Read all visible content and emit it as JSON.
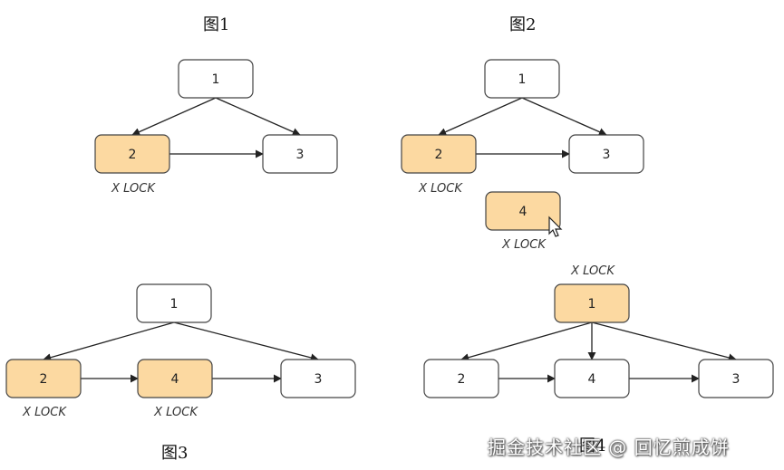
{
  "figures": [
    {
      "id": "fig1",
      "title": "图1",
      "nodes": [
        {
          "id": "n1",
          "label": "1",
          "locked": false
        },
        {
          "id": "n2",
          "label": "2",
          "locked": true,
          "lock_label": "X LOCK"
        },
        {
          "id": "n3",
          "label": "3",
          "locked": false
        }
      ],
      "edges": [
        [
          "n1",
          "n2"
        ],
        [
          "n1",
          "n3"
        ],
        [
          "n2",
          "n3"
        ]
      ]
    },
    {
      "id": "fig2",
      "title": "图2",
      "nodes": [
        {
          "id": "n1",
          "label": "1",
          "locked": false
        },
        {
          "id": "n2",
          "label": "2",
          "locked": true,
          "lock_label": "X LOCK"
        },
        {
          "id": "n3",
          "label": "3",
          "locked": false
        },
        {
          "id": "n4",
          "label": "4",
          "locked": true,
          "lock_label": "X LOCK"
        }
      ],
      "edges": [
        [
          "n1",
          "n2"
        ],
        [
          "n1",
          "n3"
        ],
        [
          "n2",
          "n3"
        ]
      ]
    },
    {
      "id": "fig3",
      "title": "图3",
      "nodes": [
        {
          "id": "n1",
          "label": "1",
          "locked": false
        },
        {
          "id": "n2",
          "label": "2",
          "locked": true,
          "lock_label": "X LOCK"
        },
        {
          "id": "n4",
          "label": "4",
          "locked": true,
          "lock_label": "X LOCK"
        },
        {
          "id": "n3",
          "label": "3",
          "locked": false
        }
      ],
      "edges": [
        [
          "n1",
          "n2"
        ],
        [
          "n1",
          "n3"
        ],
        [
          "n2",
          "n4"
        ],
        [
          "n4",
          "n3"
        ]
      ]
    },
    {
      "id": "fig4",
      "title": "图4",
      "nodes": [
        {
          "id": "n1",
          "label": "1",
          "locked": true,
          "lock_label": "X LOCK"
        },
        {
          "id": "n2",
          "label": "2",
          "locked": false
        },
        {
          "id": "n4",
          "label": "4",
          "locked": false
        },
        {
          "id": "n3",
          "label": "3",
          "locked": false
        }
      ],
      "edges": [
        [
          "n1",
          "n2"
        ],
        [
          "n1",
          "n4"
        ],
        [
          "n1",
          "n3"
        ],
        [
          "n2",
          "n4"
        ],
        [
          "n4",
          "n3"
        ]
      ]
    }
  ],
  "colors": {
    "locked_fill": "#fcd9a1",
    "unlocked_fill": "#ffffff",
    "stroke": "#444444",
    "arrow": "#222222"
  },
  "watermark": "掘金技术社区 @ 回忆煎成饼"
}
